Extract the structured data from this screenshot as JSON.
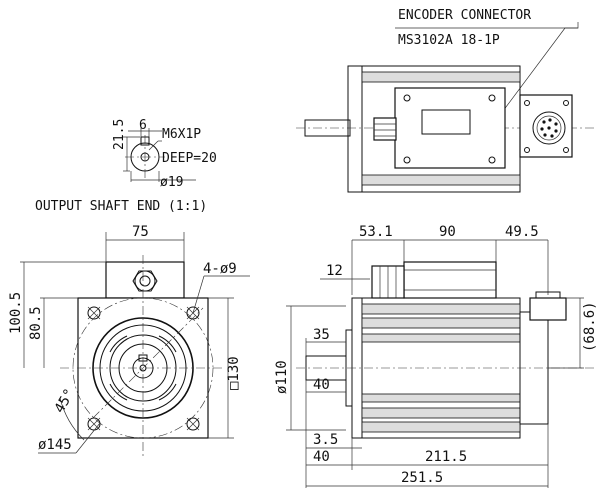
{
  "labels": {
    "encoder_title": "ENCODER CONNECTOR",
    "encoder_model": "MS3102A 18-1P",
    "shaft_end_title": "OUTPUT SHAFT END (1:1)",
    "thread": "M6X1P",
    "deep": "DEEP=20",
    "shaft_dia": "ø19",
    "key_width": "6",
    "key_height": "21.5",
    "flange_75": "75",
    "hole_spec": "4-ø9",
    "dim_100_5": "100.5",
    "dim_80_5": "80.5",
    "square_130": "□130",
    "angle_45": "45°",
    "pcd_145": "ø145",
    "dim_53_1": "53.1",
    "dim_90": "90",
    "dim_49_5": "49.5",
    "dim_12": "12",
    "dim_68_6": "(68.6)",
    "dim_35": "35",
    "dim_110": "ø110",
    "dim_40_shaft": "40",
    "dim_3_5": "3.5",
    "dim_40_bottom": "40",
    "dim_211_5": "211.5",
    "dim_251_5": "251.5"
  }
}
